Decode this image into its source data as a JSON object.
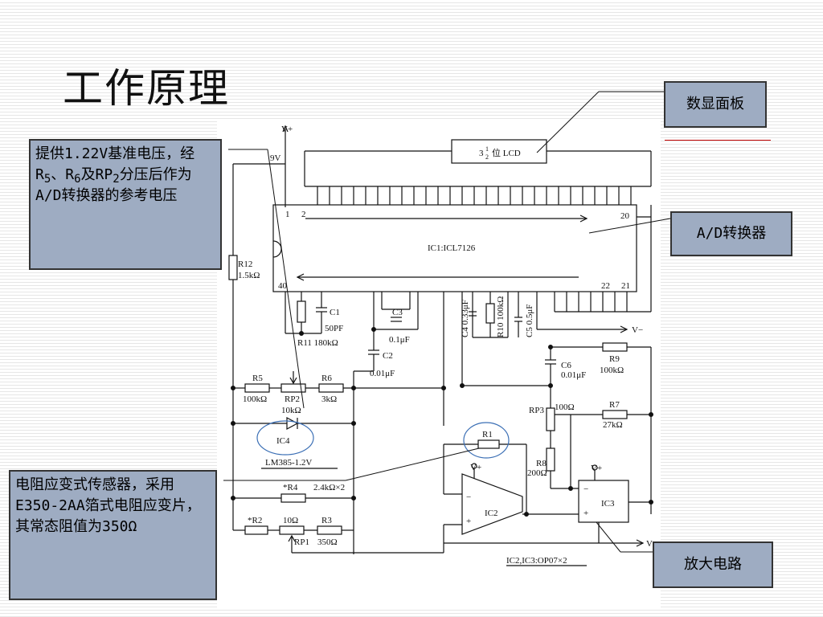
{
  "title": "工作原理",
  "callouts": {
    "reference": {
      "pre": "提供1.22V基准电压，经R",
      "r5": "5",
      "mid1": "、R",
      "r6": "6",
      "mid2": "及RP",
      "rp2": "2",
      "post": "分压后作为A/D转换器的参考电压"
    },
    "lcd": "数显面板",
    "adc": "A/D转换器",
    "sensor": "电阻应变式传感器，采用E350-2AA箔式电阻应变片，其常态阻值为350Ω",
    "amp": "放大电路"
  },
  "circuit": {
    "vplus_top": "V+",
    "pin9v": "9V",
    "lcd_int": "3",
    "lcd_num": "1",
    "lcd_den": "2",
    "lcd_text": "位 LCD",
    "pin1": "1",
    "pin2": "2",
    "pin20": "20",
    "pin40": "40",
    "pin22": "22",
    "pin21": "21",
    "ic1": "IC1:ICL7126",
    "r12": "R12",
    "r12_val": "1.5kΩ",
    "c1": "C1",
    "c1_val": "50PF",
    "r11": "R11 180kΩ",
    "c3": "C3",
    "c3_val": "0.1μF",
    "c2": "C2",
    "c2_val": "0.01μF",
    "c4": "C4 0.33μF",
    "r10": "R10 100kΩ",
    "c5": "C5 0.5μF",
    "vminus": "V−",
    "r9": "R9",
    "r9_val": "100kΩ",
    "c6": "C6",
    "c6_val": "0.01μF",
    "r5": "R5",
    "r5_val": "100kΩ",
    "rp2": "RP2",
    "rp2_val": "10kΩ",
    "r6": "R6",
    "r6_val": "3kΩ",
    "rp3": "RP3",
    "rp3_val": "100Ω",
    "r7": "R7",
    "r7_val": "27kΩ",
    "ic4": "IC4",
    "lm385": "LM385-1.2V",
    "r1": "R1",
    "r8": "R8",
    "r8_val": "200Ω",
    "vplus_ic2": "V+",
    "vplus_ic3": "V+",
    "r4": "*R4",
    "r4_val": "2.4kΩ×2",
    "ic2": "IC2",
    "ic3": "IC3",
    "r2": "*R2",
    "rp1_val": "10Ω",
    "r3": "R3",
    "rp1": "RP1",
    "r3_val": "350Ω",
    "vout": "V",
    "ic23": "IC2,IC3:OP07×2",
    "minus": "−",
    "plus": "+"
  },
  "colors": {
    "callout_fill": "#9eacc2",
    "accent_line": "#c00000",
    "ellipse_stroke": "#3b6fb5"
  }
}
